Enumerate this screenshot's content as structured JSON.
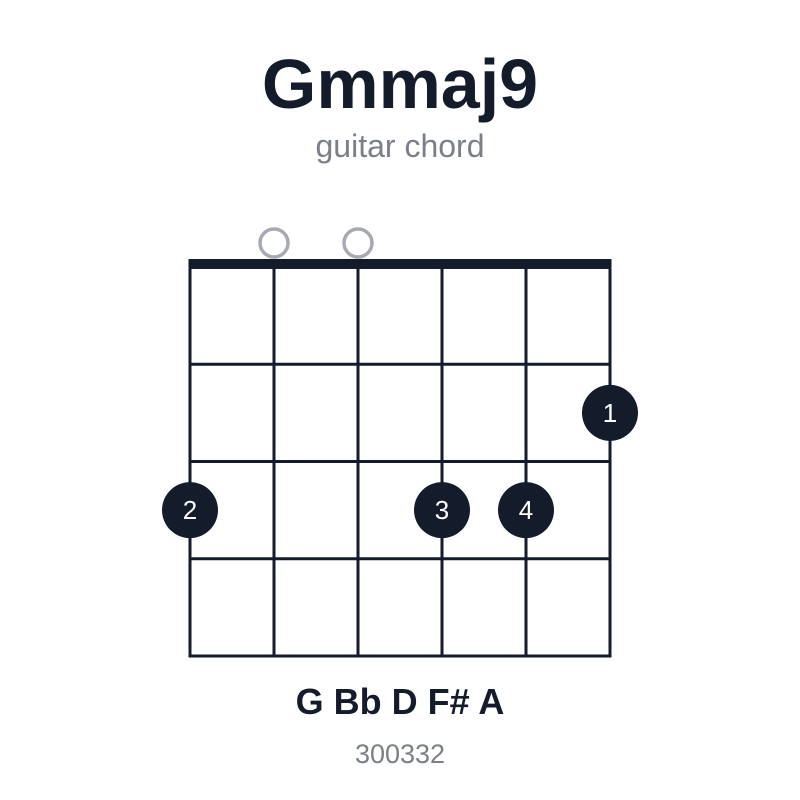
{
  "chord": {
    "name": "Gmmaj9",
    "instrument_label": "guitar chord",
    "notes_label": "G Bb D F# A",
    "fingering_code": "300332"
  },
  "diagram": {
    "strings": 6,
    "frets_shown": 4,
    "start_fret": 0,
    "open_strings": [
      2,
      3
    ],
    "fingers": [
      {
        "string": 6,
        "fret": 2,
        "label": "1"
      },
      {
        "string": 1,
        "fret": 3,
        "label": "2"
      },
      {
        "string": 4,
        "fret": 3,
        "label": "3"
      },
      {
        "string": 5,
        "fret": 3,
        "label": "4"
      }
    ]
  },
  "colors": {
    "ink": "#141b2b",
    "muted": "#7b7f88",
    "open_marker": "#a7aab2",
    "finger_text": "#ffffff",
    "background": "#ffffff"
  }
}
